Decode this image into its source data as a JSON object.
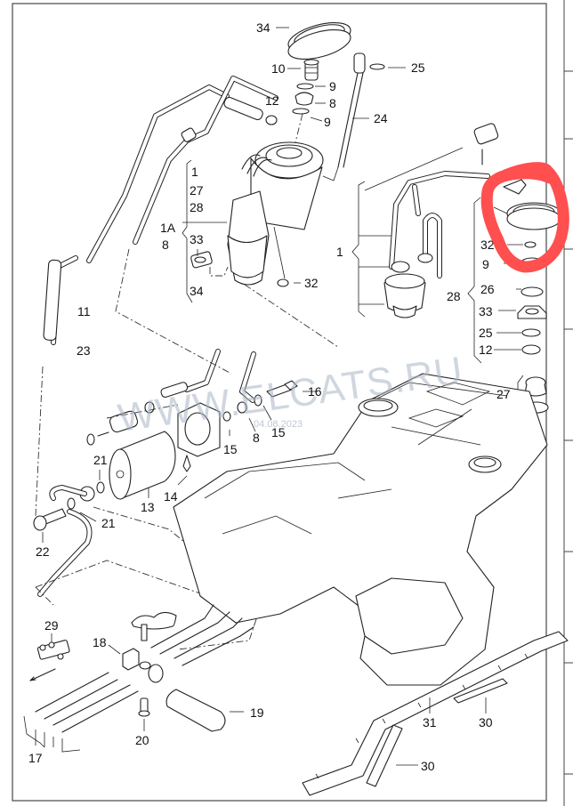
{
  "diagram": {
    "title": "Fuel tank assembly exploded parts diagram",
    "watermark": "WWW.ELCATS.RU",
    "date_stamp": "04.08.2023",
    "annotation_color": "#ff4f4f",
    "callouts": [
      {
        "id": "c34-top",
        "text": "34"
      },
      {
        "id": "c10",
        "text": "10"
      },
      {
        "id": "c25-top",
        "text": "25"
      },
      {
        "id": "c9-a",
        "text": "9"
      },
      {
        "id": "c12-top",
        "text": "12"
      },
      {
        "id": "c8-top",
        "text": "8"
      },
      {
        "id": "c9-b",
        "text": "9"
      },
      {
        "id": "c24",
        "text": "24"
      },
      {
        "id": "g1-1",
        "text": "1"
      },
      {
        "id": "g1-27",
        "text": "27"
      },
      {
        "id": "g1-28",
        "text": "28"
      },
      {
        "id": "c1A",
        "text": "1A"
      },
      {
        "id": "c8-left",
        "text": "8"
      },
      {
        "id": "c33-left",
        "text": "33"
      },
      {
        "id": "c34-left",
        "text": "34"
      },
      {
        "id": "c32-left",
        "text": "32"
      },
      {
        "id": "c11",
        "text": "11"
      },
      {
        "id": "c23",
        "text": "23"
      },
      {
        "id": "c1-right",
        "text": "1"
      },
      {
        "id": "c32-right",
        "text": "32"
      },
      {
        "id": "c9-right",
        "text": "9"
      },
      {
        "id": "c28-right",
        "text": "28"
      },
      {
        "id": "c26",
        "text": "26"
      },
      {
        "id": "c33-right",
        "text": "33"
      },
      {
        "id": "c25-right",
        "text": "25"
      },
      {
        "id": "c12-right",
        "text": "12"
      },
      {
        "id": "c27",
        "text": "27"
      },
      {
        "id": "c16",
        "text": "16"
      },
      {
        "id": "c15-a",
        "text": "15"
      },
      {
        "id": "c8-mid",
        "text": "8"
      },
      {
        "id": "c15-b",
        "text": "15"
      },
      {
        "id": "c21-a",
        "text": "21"
      },
      {
        "id": "c13",
        "text": "13"
      },
      {
        "id": "c14",
        "text": "14"
      },
      {
        "id": "c21-b",
        "text": "21"
      },
      {
        "id": "c22",
        "text": "22"
      },
      {
        "id": "c29",
        "text": "29"
      },
      {
        "id": "c18",
        "text": "18"
      },
      {
        "id": "c19",
        "text": "19"
      },
      {
        "id": "c20",
        "text": "20"
      },
      {
        "id": "c17",
        "text": "17"
      },
      {
        "id": "c31",
        "text": "31"
      },
      {
        "id": "c30-a",
        "text": "30"
      },
      {
        "id": "c30-b",
        "text": "30"
      }
    ]
  }
}
